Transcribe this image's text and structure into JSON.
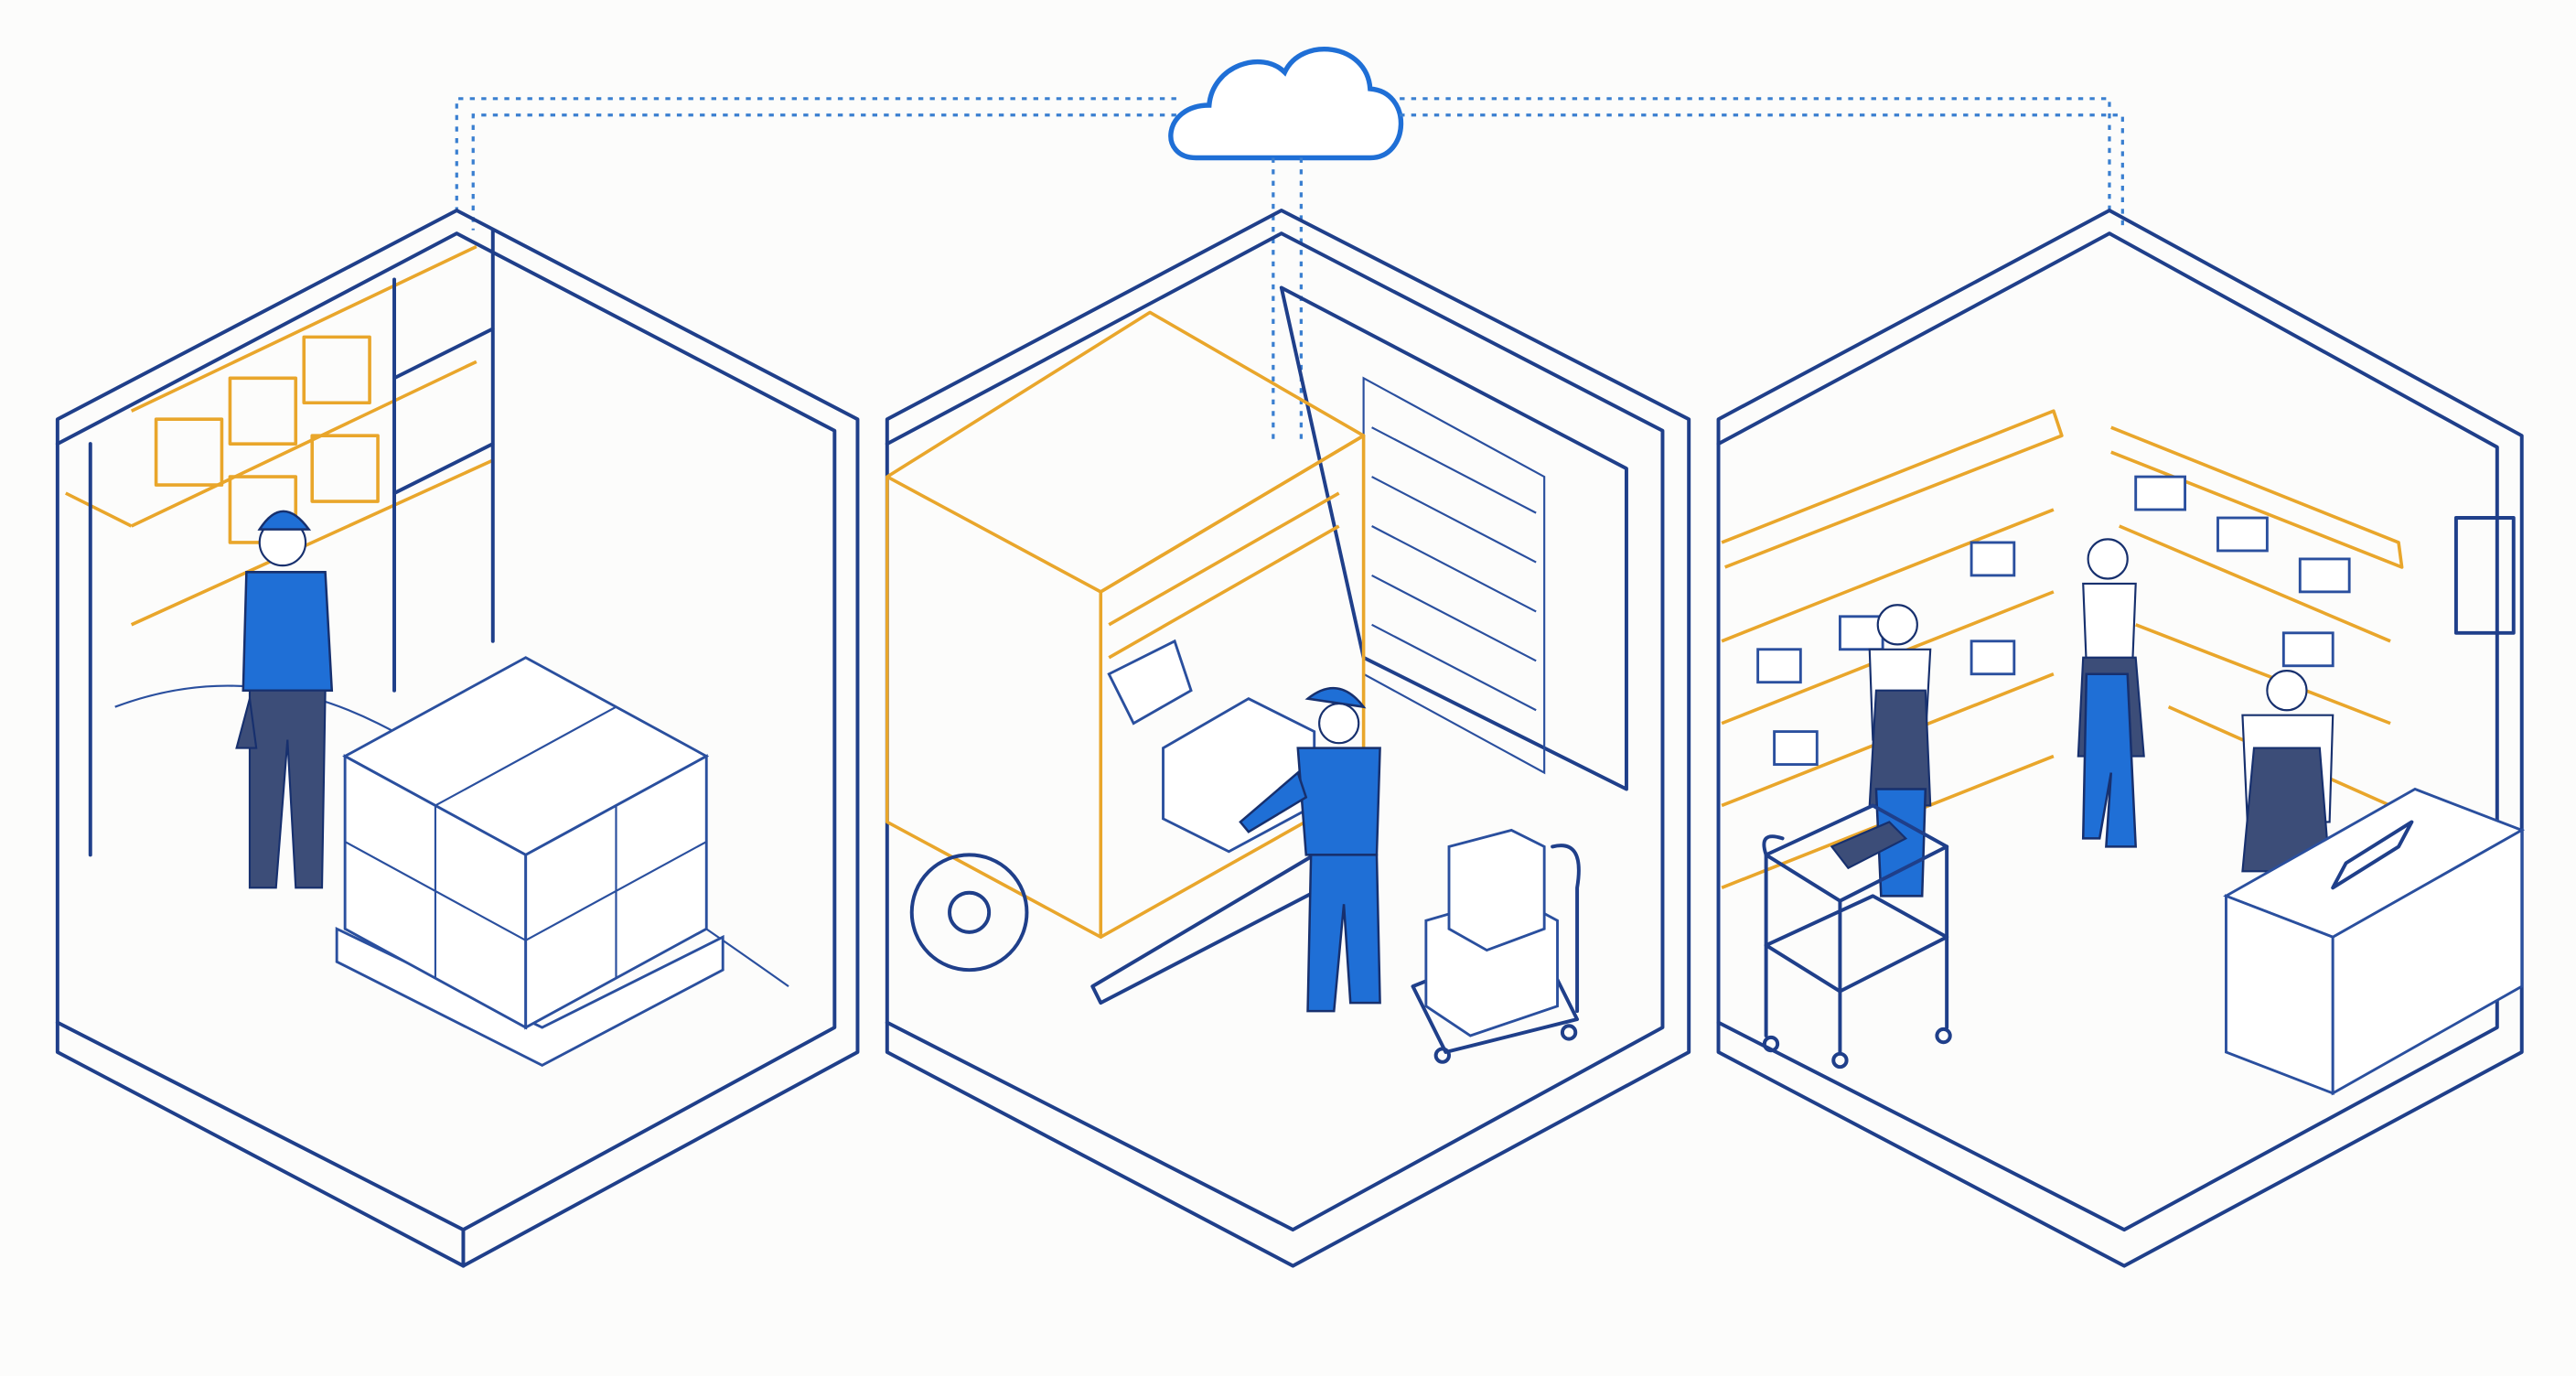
{
  "colors": {
    "outline": "#1f3f8a",
    "accent_orange": "#e9a62b",
    "accent_blue": "#1f6fd6",
    "connection": "#3a7fd0",
    "background": "#fcfcfb"
  },
  "icons": [
    "cloud-icon"
  ],
  "scenes": [
    {
      "name": "warehouse",
      "elements": [
        "shelving",
        "worker-with-scanner",
        "pallet-of-boxes"
      ]
    },
    {
      "name": "loading-dock",
      "elements": [
        "delivery-truck",
        "dock-door",
        "worker-loading-box",
        "hand-truck"
      ]
    },
    {
      "name": "retail-store",
      "elements": [
        "shelves",
        "stocking-workers",
        "service-cart",
        "checkout-counter-with-tablet"
      ]
    }
  ]
}
